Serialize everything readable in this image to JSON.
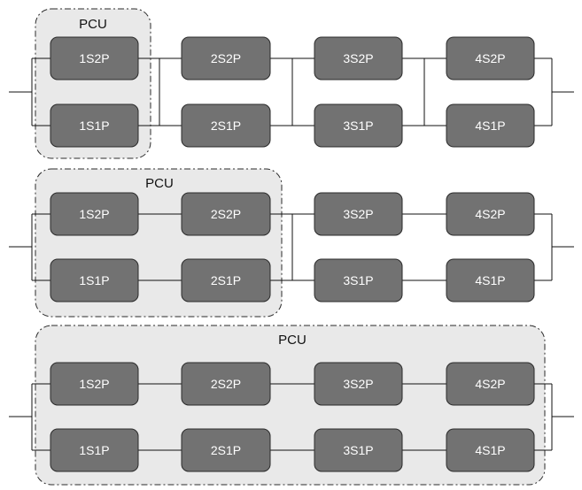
{
  "diagrams": [
    {
      "pcu_label": "PCU",
      "top_row": [
        "1S2P",
        "2S2P",
        "3S2P",
        "4S2P"
      ],
      "bottom_row": [
        "1S1P",
        "2S1P",
        "3S1P",
        "4S1P"
      ]
    },
    {
      "pcu_label": "PCU",
      "top_row": [
        "1S2P",
        "2S2P",
        "3S2P",
        "4S2P"
      ],
      "bottom_row": [
        "1S1P",
        "2S1P",
        "3S1P",
        "4S1P"
      ]
    },
    {
      "pcu_label": "PCU",
      "top_row": [
        "1S2P",
        "2S2P",
        "3S2P",
        "4S2P"
      ],
      "bottom_row": [
        "1S1P",
        "2S1P",
        "3S1P",
        "4S1P"
      ]
    }
  ]
}
